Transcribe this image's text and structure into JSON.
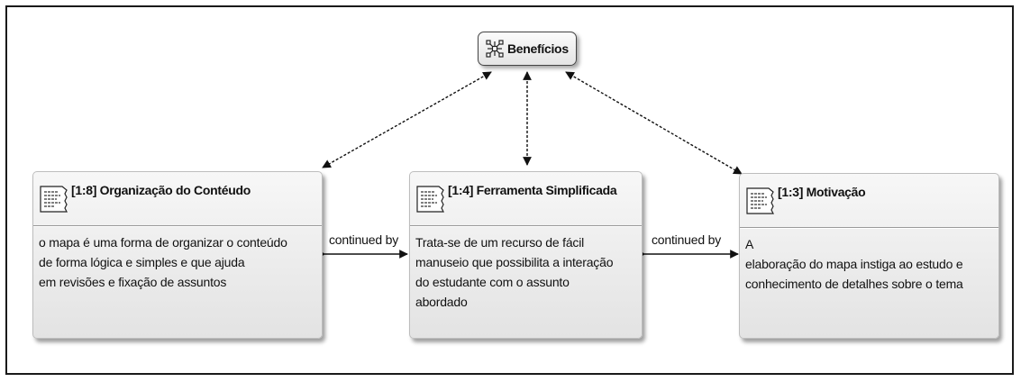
{
  "root": {
    "label": "Benefícios"
  },
  "cards": [
    {
      "title": "[1:8] Organização do Contéudo",
      "lines": [
        "o mapa é uma forma de organizar o conteúdo",
        "de forma lógica e simples e que ajuda",
        "em revisões e fixação de assuntos"
      ]
    },
    {
      "title": "[1:4] Ferramenta Simplificada",
      "lines": [
        "Trata-se de um recurso de fácil",
        "manuseio que possibilita a interação",
        "do estudante com o assunto",
        "abordado"
      ]
    },
    {
      "title": "[1:3] Motivação",
      "lines": [
        "A",
        "elaboração do mapa instiga ao estudo e",
        "conhecimento de detalhes sobre o tema"
      ]
    }
  ],
  "edges": {
    "label_1": "continued by",
    "label_2": "continued by"
  },
  "icons": {
    "root": "network-icon",
    "card": "document-icon"
  }
}
